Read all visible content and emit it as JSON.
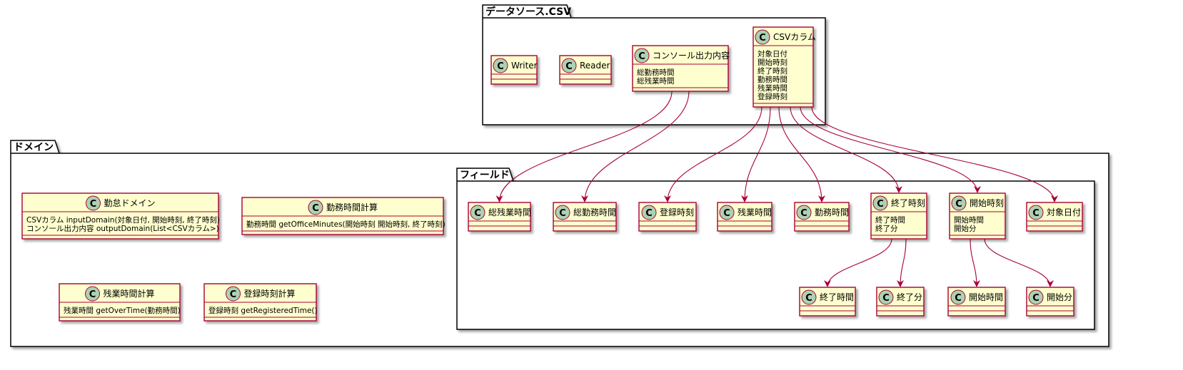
{
  "colors": {
    "class_fill": "#FEFECE",
    "class_border": "#A80036",
    "arrow": "#A80036",
    "circle_fill": "#ADD1B2",
    "package_border": "#000000"
  },
  "packages": {
    "datasource": "データソース.CSV",
    "domain": "ドメイン",
    "field": "フィールド"
  },
  "classes": {
    "writer": {
      "name": "Writer",
      "attrs": []
    },
    "reader": {
      "name": "Reader",
      "attrs": []
    },
    "console": {
      "name": "コンソール出力内容",
      "attrs": [
        "総勤務時間",
        "総残業時間"
      ]
    },
    "csv": {
      "name": "CSVカラム",
      "attrs": [
        "対象日付",
        "開始時刻",
        "終了時刻",
        "勤務時間",
        "残業時間",
        "登録時刻"
      ]
    },
    "kintai": {
      "name": "勤怠ドメイン",
      "attrs": [
        "CSVカラム inputDomain(対象日付, 開始時刻, 終了時刻)",
        "コンソール出力内容 outputDomain(List<CSVカラム>)"
      ]
    },
    "kinmu_calc": {
      "name": "勤務時間計算",
      "attrs": [
        "勤務時間 getOfficeMinutes(開始時刻 開始時刻, 終了時刻)"
      ]
    },
    "zangyo_calc": {
      "name": "残業時間計算",
      "attrs": [
        "残業時間 getOverTime(勤務時間)"
      ]
    },
    "toroku_calc": {
      "name": "登録時刻計算",
      "attrs": [
        "登録時刻 getRegisteredTime()"
      ]
    },
    "sou_zangyo": {
      "name": "総残業時間",
      "attrs": []
    },
    "sou_kinmu": {
      "name": "総勤務時間",
      "attrs": []
    },
    "toroku": {
      "name": "登録時刻",
      "attrs": []
    },
    "zangyo": {
      "name": "残業時間",
      "attrs": []
    },
    "kinmu": {
      "name": "勤務時間",
      "attrs": []
    },
    "shuryo": {
      "name": "終了時刻",
      "attrs": [
        "終了時間",
        "終了分"
      ]
    },
    "kaishi": {
      "name": "開始時刻",
      "attrs": [
        "開始時間",
        "開始分"
      ]
    },
    "taisho": {
      "name": "対象日付",
      "attrs": []
    },
    "shuryo_jikan": {
      "name": "終了時間",
      "attrs": []
    },
    "shuryo_fun": {
      "name": "終了分",
      "attrs": []
    },
    "kaishi_jikan": {
      "name": "開始時間",
      "attrs": []
    },
    "kaishi_fun": {
      "name": "開始分",
      "attrs": []
    }
  },
  "relations": [
    [
      "console",
      "sou_zangyo"
    ],
    [
      "console",
      "sou_kinmu"
    ],
    [
      "csv",
      "toroku"
    ],
    [
      "csv",
      "zangyo"
    ],
    [
      "csv",
      "kinmu"
    ],
    [
      "csv",
      "shuryo"
    ],
    [
      "csv",
      "kaishi"
    ],
    [
      "csv",
      "taisho"
    ],
    [
      "shuryo",
      "shuryo_jikan"
    ],
    [
      "shuryo",
      "shuryo_fun"
    ],
    [
      "kaishi",
      "kaishi_jikan"
    ],
    [
      "kaishi",
      "kaishi_fun"
    ]
  ]
}
